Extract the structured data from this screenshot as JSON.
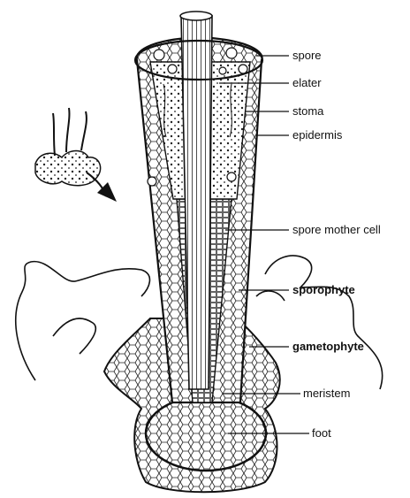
{
  "diagram": {
    "labels": {
      "spore": "spore",
      "elater": "elater",
      "stoma": "stoma",
      "epidermis": "epidermis",
      "spore_mother_cell": "spore mother cell",
      "sporophyte": "sporophyte",
      "gametophyte": "gametophyte",
      "meristem": "meristem",
      "foot": "foot"
    },
    "colors": {
      "ink": "#111111",
      "paper": "#ffffff"
    }
  }
}
